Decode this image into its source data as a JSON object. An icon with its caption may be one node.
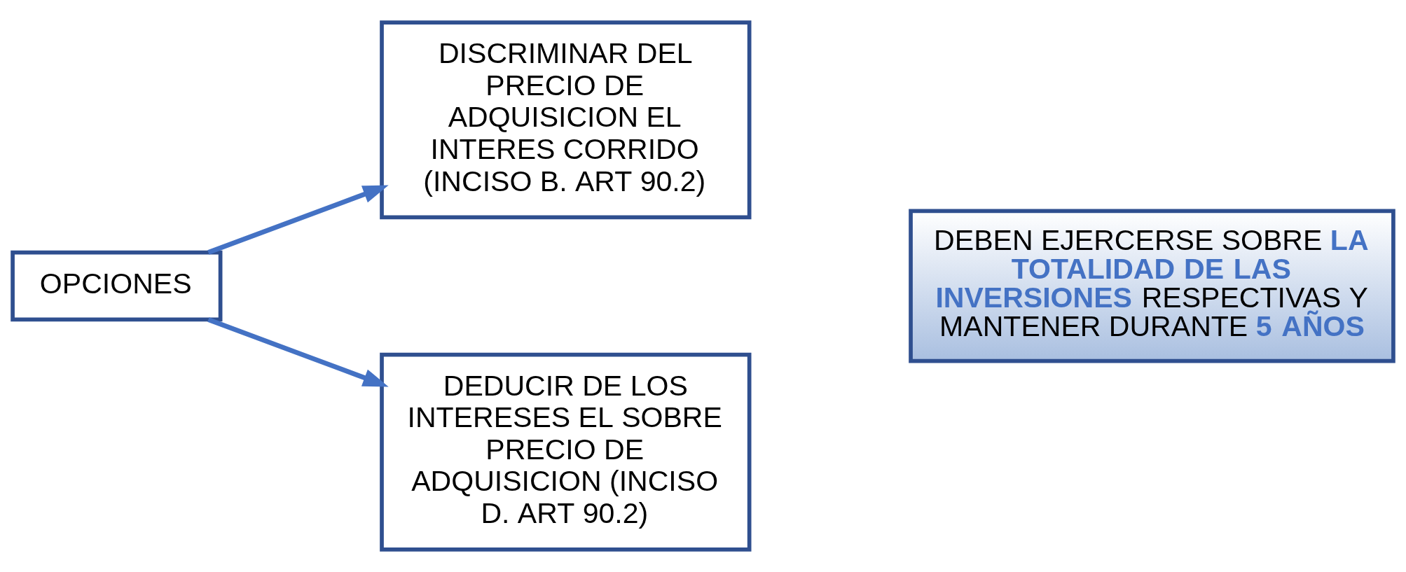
{
  "diagram": {
    "nodes": [
      {
        "text": [
          "OPCIONES"
        ]
      },
      {
        "text": [
          "DISCRIMINAR DEL PRECIO DE ADQUISICION EL INTERES CORRIDO (INCISO B. ART 90.2)"
        ]
      },
      {
        "text": [
          "DEDUCIR DE LOS INTERESES EL SOBRE PRECIO DE ADQUISICION (INCISO D. ART 90.2)"
        ]
      },
      {
        "text": [
          "DEBEN EJERCERSE SOBRE **LA TOTALIDAD DE LAS INVERSIONES** RESPECTIVAS Y MANTENER DURANTE **5 AÑOS**"
        ]
      }
    ],
    "edges": [
      {
        "from": 0,
        "to": 1,
        "arrow": "to"
      },
      {
        "from": 0,
        "to": 2,
        "arrow": "to"
      }
    ]
  }
}
